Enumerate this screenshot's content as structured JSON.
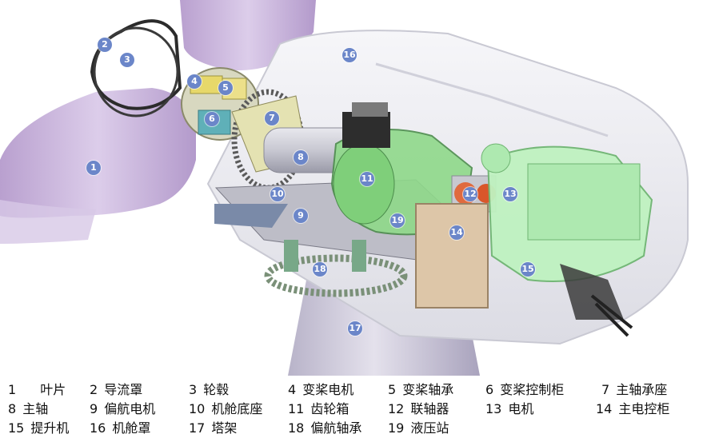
{
  "labels": [
    {
      "id": "1",
      "name": "叶片"
    },
    {
      "id": "2",
      "name": "导流罩"
    },
    {
      "id": "3",
      "name": "轮毂"
    },
    {
      "id": "4",
      "name": "变桨电机"
    },
    {
      "id": "5",
      "name": "变桨轴承"
    },
    {
      "id": "6",
      "name": "变桨控制柜"
    },
    {
      "id": "7",
      "name": "主轴承座"
    },
    {
      "id": "8",
      "name": "主轴"
    },
    {
      "id": "9",
      "name": "偏航电机"
    },
    {
      "id": "10",
      "name": "机舱底座"
    },
    {
      "id": "11",
      "name": "齿轮箱"
    },
    {
      "id": "12",
      "name": "联轴器"
    },
    {
      "id": "13",
      "name": "电机"
    },
    {
      "id": "14",
      "name": "主电控柜"
    },
    {
      "id": "15",
      "name": "提升机"
    },
    {
      "id": "16",
      "name": "机舱罩"
    },
    {
      "id": "17",
      "name": "塔架"
    },
    {
      "id": "18",
      "name": "偏航轴承"
    },
    {
      "id": "19",
      "name": "液压站"
    }
  ],
  "colors": {
    "badge": "#6b86c9",
    "blade": "#c9b3dc",
    "gearbox": "#8fd98a",
    "generator": "#bff2c0",
    "cover": "#eeeef2",
    "tower": "#cfcbd9"
  }
}
